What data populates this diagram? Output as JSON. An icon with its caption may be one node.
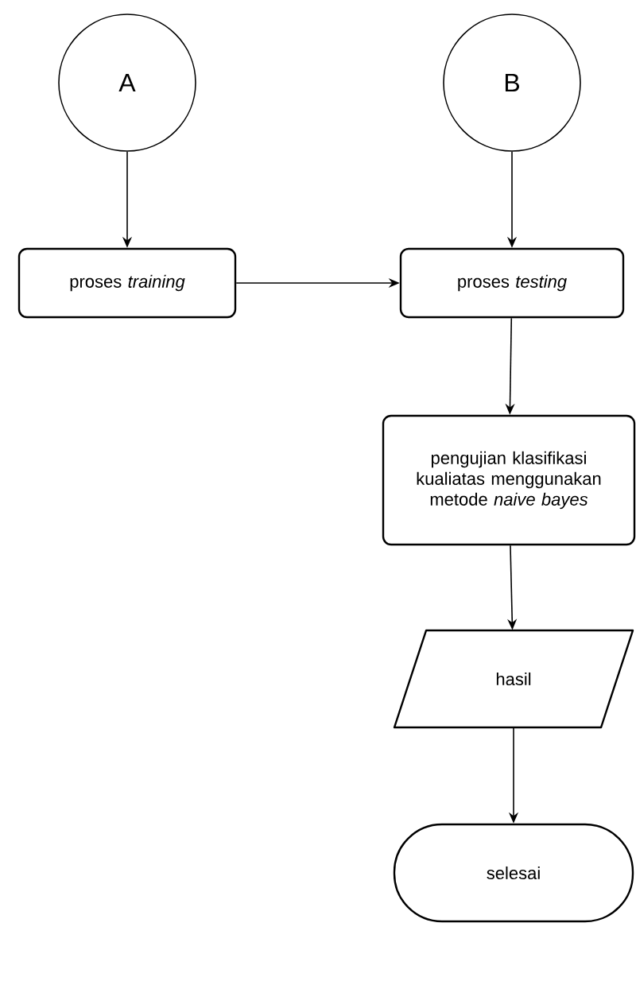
{
  "diagram": {
    "nodes": [
      {
        "text": [
          "A"
        ]
      },
      {
        "text": [
          "B"
        ]
      },
      {
        "text": [
          "proses *training*"
        ]
      },
      {
        "text": [
          "proses *testing*"
        ]
      },
      {
        "text": [
          "pengujian klasifikasi kualiatas menggunakan metode *naive bayes*"
        ]
      },
      {
        "text": [
          "hasil"
        ]
      },
      {
        "text": [
          "selesai"
        ]
      }
    ],
    "edges": [
      {
        "from": 0,
        "to": 2,
        "arrow": "to"
      },
      {
        "from": 1,
        "to": 3,
        "arrow": "to"
      },
      {
        "from": 2,
        "to": 3,
        "arrow": "to"
      },
      {
        "from": 3,
        "to": 4,
        "arrow": "to"
      },
      {
        "from": 4,
        "to": 5,
        "arrow": "to"
      },
      {
        "from": 5,
        "to": 6,
        "arrow": "to"
      }
    ]
  }
}
